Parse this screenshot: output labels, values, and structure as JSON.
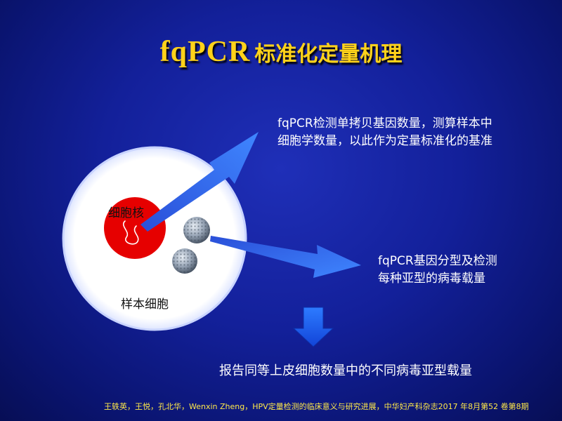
{
  "title": {
    "main": "fqPCR",
    "sub": "标准化定量机理"
  },
  "labels": {
    "nucleus": "细胞核",
    "cell": "样本细胞",
    "desc1_line1": "fqPCR检测单拷贝基因数量，测算样本中",
    "desc1_line2": "细胞学数量，以此作为定量标准化的基准",
    "desc2_line1": "fqPCR基因分型及检测",
    "desc2_line2": "每种亚型的病毒载量",
    "summary": "报告同等上皮细胞数量中的不同病毒亚型载量"
  },
  "citation": "王轶英，王悦，孔北华，Wenxin Zheng，HPV定量检测的临床意义与研究进展，中华妇产科杂志2017 年8月第52 卷第8期",
  "colors": {
    "background": "#13209a",
    "title": "#ffd21a",
    "arrow": "#2f6dff",
    "nucleus": "#e60000",
    "cell": "#ffffff",
    "down_arrow": "#1a5cff",
    "citation": "#ffe94a"
  }
}
